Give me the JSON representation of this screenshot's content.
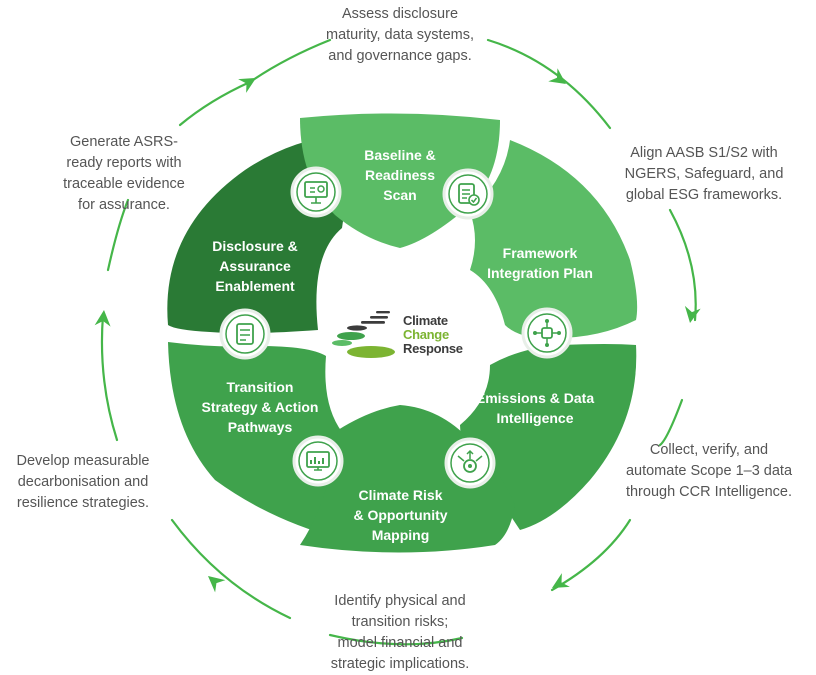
{
  "colors": {
    "arrow": "#45b649",
    "seg_light": "#5bbc66",
    "seg_mid": "#3fa24c",
    "seg_dark": "#2a7a35",
    "text_gray": "#555555",
    "logo_dark": "#3c3c3c",
    "logo_green": "#7cb432"
  },
  "logo": {
    "line1": "Climate",
    "line2": "Change",
    "line3": "Response"
  },
  "segments": [
    {
      "id": "baseline",
      "lines": [
        "Baseline &",
        "Readiness",
        "Scan"
      ],
      "icon": "checklist-icon"
    },
    {
      "id": "framework",
      "lines": [
        "Framework",
        "Integration Plan"
      ],
      "icon": "clipboard-check-icon"
    },
    {
      "id": "emissions",
      "lines": [
        "Emissions & Data",
        "Intelligence"
      ],
      "icon": "network-hub-icon"
    },
    {
      "id": "climate-risk",
      "lines": [
        "Climate Risk",
        "& Opportunity",
        "Mapping"
      ],
      "icon": "gear-arrows-icon"
    },
    {
      "id": "transition",
      "lines": [
        "Transition",
        "Strategy & Action",
        "Pathways"
      ],
      "icon": "monitor-chart-icon"
    },
    {
      "id": "disclosure",
      "lines": [
        "Disclosure &",
        "Assurance",
        "Enablement"
      ],
      "icon": "presentation-board-icon"
    }
  ],
  "outer_texts": [
    {
      "id": "top",
      "lines": [
        "Assess disclosure",
        "maturity, data systems,",
        "and governance gaps."
      ]
    },
    {
      "id": "top-right",
      "lines": [
        "Align AASB S1/S2 with",
        "NGERS, Safeguard, and",
        "global ESG frameworks."
      ]
    },
    {
      "id": "bottom-right",
      "lines": [
        "Collect, verify, and",
        "automate Scope 1–3 data",
        "through CCR Intelligence."
      ]
    },
    {
      "id": "bottom",
      "lines": [
        "Identify physical and",
        "transition risks;",
        "model financial and",
        "strategic implications."
      ]
    },
    {
      "id": "bottom-left",
      "lines": [
        "Develop measurable",
        "decarbonisation and",
        "resilience strategies."
      ]
    },
    {
      "id": "top-left",
      "lines": [
        "Generate ASRS-",
        "ready reports with",
        "traceable evidence",
        "for assurance."
      ]
    }
  ]
}
